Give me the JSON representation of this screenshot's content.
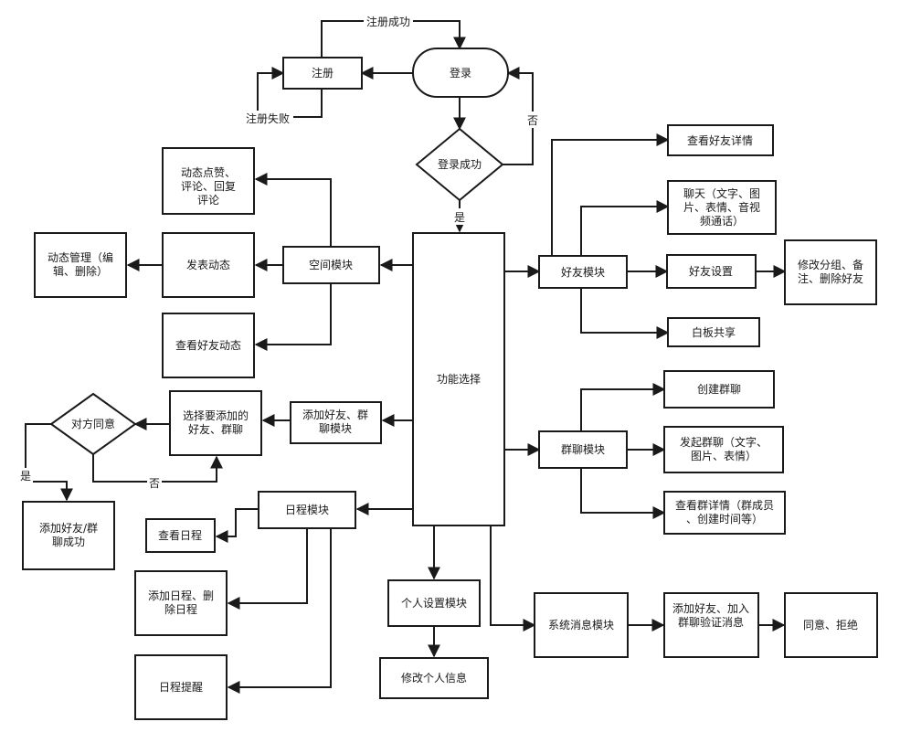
{
  "nodes": {
    "zhuce": "注册",
    "denglu": "登录",
    "dl_success": "登录成功",
    "func_select": "功能选择",
    "space_module": "空间模块",
    "post_dynamic": "发表动态",
    "dynamic_like": "动态点赞、评论、回复评论",
    "dynamic_manage": "动态管理（编辑、删除）",
    "view_friend_dynamic": "查看好友动态",
    "add_module": "添加好友、群聊模块",
    "select_add": "选择要添加的好友、群聊",
    "agree_decision": "对方同意",
    "add_success": "添加好友/群聊成功",
    "schedule_module": "日程模块",
    "view_schedule": "查看日程",
    "add_del_schedule": "添加日程、删除日程",
    "schedule_remind": "日程提醒",
    "personal_module": "个人设置模块",
    "edit_info": "修改个人信息",
    "friend_module": "好友模块",
    "view_friend_detail": "查看好友详情",
    "chat": "聊天（文字、图片、表情、音视频通话）",
    "friend_settings": "好友设置",
    "modify_group": "修改分组、备注、删除好友",
    "whiteboard": "白板共享",
    "group_module": "群聊模块",
    "create_group": "创建群聊",
    "start_group_chat": "发起群聊（文字、图片、表情）",
    "view_group_detail": "查看群详情（群成员、创建时间等）",
    "sys_msg_module": "系统消息模块",
    "verify_msg": "添加好友、加入群聊验证消息",
    "agree_reject": "同意、拒绝"
  },
  "edge_labels": {
    "reg_success": "注册成功",
    "reg_fail": "注册失败",
    "no": "否",
    "yes": "是",
    "no2": "否",
    "yes2": "是"
  }
}
